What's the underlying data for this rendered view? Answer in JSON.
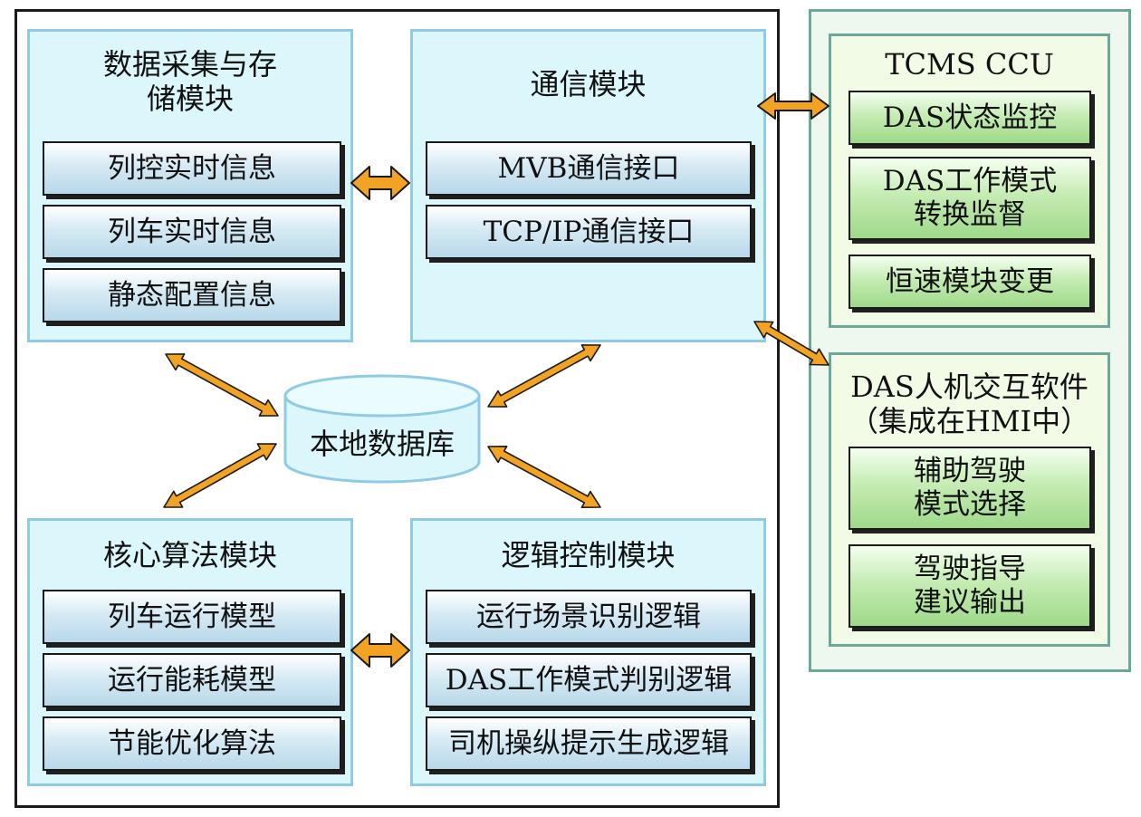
{
  "data_acquisition": {
    "title": "数据采集与存\n储模块",
    "items": [
      "列控实时信息",
      "列车实时信息",
      "静态配置信息"
    ]
  },
  "communication": {
    "title": "通信模块",
    "items": [
      "MVB通信接口",
      "TCP/IP通信接口"
    ]
  },
  "database": {
    "label": "本地数据库"
  },
  "core_algorithm": {
    "title": "核心算法模块",
    "items": [
      "列车运行模型",
      "运行能耗模型",
      "节能优化算法"
    ]
  },
  "logic_control": {
    "title": "逻辑控制模块",
    "items": [
      "运行场景识别逻辑",
      "DAS工作模式判别逻辑",
      "司机操纵提示生成逻辑"
    ]
  },
  "tcms_ccu": {
    "title": "TCMS CCU",
    "items": [
      "DAS状态监控",
      "DAS工作模式\n转换监督",
      "恒速模块变更"
    ]
  },
  "das_hmi": {
    "title": "DAS人机交互软件\n（集成在HMI中）",
    "items": [
      "辅助驾驶\n模式选择",
      "驾驶指导\n建议输出"
    ]
  },
  "colors": {
    "module_fill": "#dcf7fb",
    "module_border": "#8fcbe6",
    "item_blue": "#b8d8ea",
    "item_green": "#9fd98a",
    "arrow_orange": "#f2a323",
    "external_panel": "#6aa89a"
  }
}
